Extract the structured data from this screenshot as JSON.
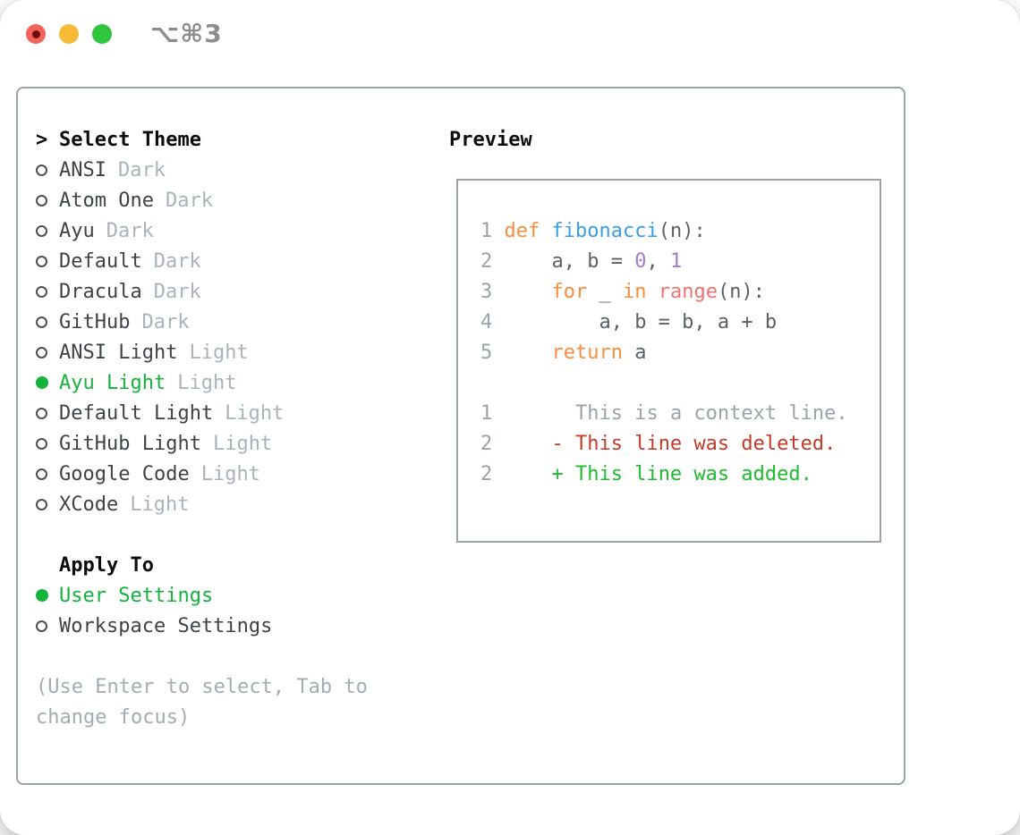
{
  "window": {
    "title": "⌥⌘3",
    "traffic_lights": [
      {
        "name": "close",
        "color": "#f4625c",
        "edited_dot_color": "#6e0f0a"
      },
      {
        "name": "minimize",
        "color": "#f8bb38"
      },
      {
        "name": "zoom",
        "color": "#2fc63e"
      }
    ]
  },
  "theme_picker": {
    "header_marker": ">",
    "header": "Select Theme",
    "items": [
      {
        "name": "ANSI",
        "variant": "Dark",
        "selected": false
      },
      {
        "name": "Atom One",
        "variant": "Dark",
        "selected": false
      },
      {
        "name": "Ayu",
        "variant": "Dark",
        "selected": false
      },
      {
        "name": "Default",
        "variant": "Dark",
        "selected": false
      },
      {
        "name": "Dracula",
        "variant": "Dark",
        "selected": false
      },
      {
        "name": "GitHub",
        "variant": "Dark",
        "selected": false
      },
      {
        "name": "ANSI Light",
        "variant": "Light",
        "selected": false
      },
      {
        "name": "Ayu Light",
        "variant": "Light",
        "selected": true
      },
      {
        "name": "Default Light",
        "variant": "Light",
        "selected": false
      },
      {
        "name": "GitHub Light",
        "variant": "Light",
        "selected": false
      },
      {
        "name": "Google Code",
        "variant": "Light",
        "selected": false
      },
      {
        "name": "XCode",
        "variant": "Light",
        "selected": false
      }
    ],
    "apply_to": {
      "header": "Apply To",
      "options": [
        {
          "name": "User Settings",
          "selected": true
        },
        {
          "name": "Workspace Settings",
          "selected": false
        }
      ]
    },
    "hint_line1": "(Use Enter to select, Tab to",
    "hint_line2": "change focus)"
  },
  "preview": {
    "header": "Preview",
    "lines": [
      {
        "tokens": [
          [
            "1 ",
            "ln"
          ],
          [
            "def",
            "kw"
          ],
          [
            " ",
            "code"
          ],
          [
            "fibonacci",
            "fn"
          ],
          [
            "(n):",
            "code"
          ]
        ]
      },
      {
        "tokens": [
          [
            "2 ",
            "ln"
          ],
          [
            "    a, b = ",
            "code"
          ],
          [
            "0",
            "num"
          ],
          [
            ", ",
            "code"
          ],
          [
            "1",
            "num"
          ]
        ]
      },
      {
        "tokens": [
          [
            "3 ",
            "ln"
          ],
          [
            "    ",
            "code"
          ],
          [
            "for",
            "kw"
          ],
          [
            " _ ",
            "code"
          ],
          [
            "in",
            "kw"
          ],
          [
            " ",
            "code"
          ],
          [
            "range",
            "call"
          ],
          [
            "(n):",
            "code"
          ]
        ]
      },
      {
        "tokens": [
          [
            "4 ",
            "ln"
          ],
          [
            "        a, b = b, a + b",
            "code"
          ]
        ]
      },
      {
        "tokens": [
          [
            "5 ",
            "ln"
          ],
          [
            "    ",
            "code"
          ],
          [
            "return",
            "kw"
          ],
          [
            " a",
            "code"
          ]
        ]
      },
      {
        "tokens": []
      },
      {
        "tokens": [
          [
            "1 ",
            "ln"
          ],
          [
            "      ",
            "code"
          ],
          [
            "This is a context line.",
            "ctx"
          ]
        ]
      },
      {
        "tokens": [
          [
            "2 ",
            "ln"
          ],
          [
            "    ",
            "code"
          ],
          [
            "- This line was deleted.",
            "del"
          ]
        ]
      },
      {
        "tokens": [
          [
            "2 ",
            "ln"
          ],
          [
            "    ",
            "code"
          ],
          [
            "+ This line was added.",
            "add"
          ]
        ]
      }
    ]
  },
  "colors": {
    "accent_green": "#14b33c",
    "diff_red": "#c53a28",
    "diff_green": "#1ebd2d",
    "kw_orange": "#fa8d3e",
    "fn_blue": "#39a0e6",
    "num_purple": "#a37acc",
    "call_coral": "#f07171",
    "code_text": "#5c6166",
    "muted": "#9aa2ac",
    "tl_red": "#f4625c",
    "tl_yellow": "#f8bb38",
    "tl_green": "#2fc63e"
  }
}
